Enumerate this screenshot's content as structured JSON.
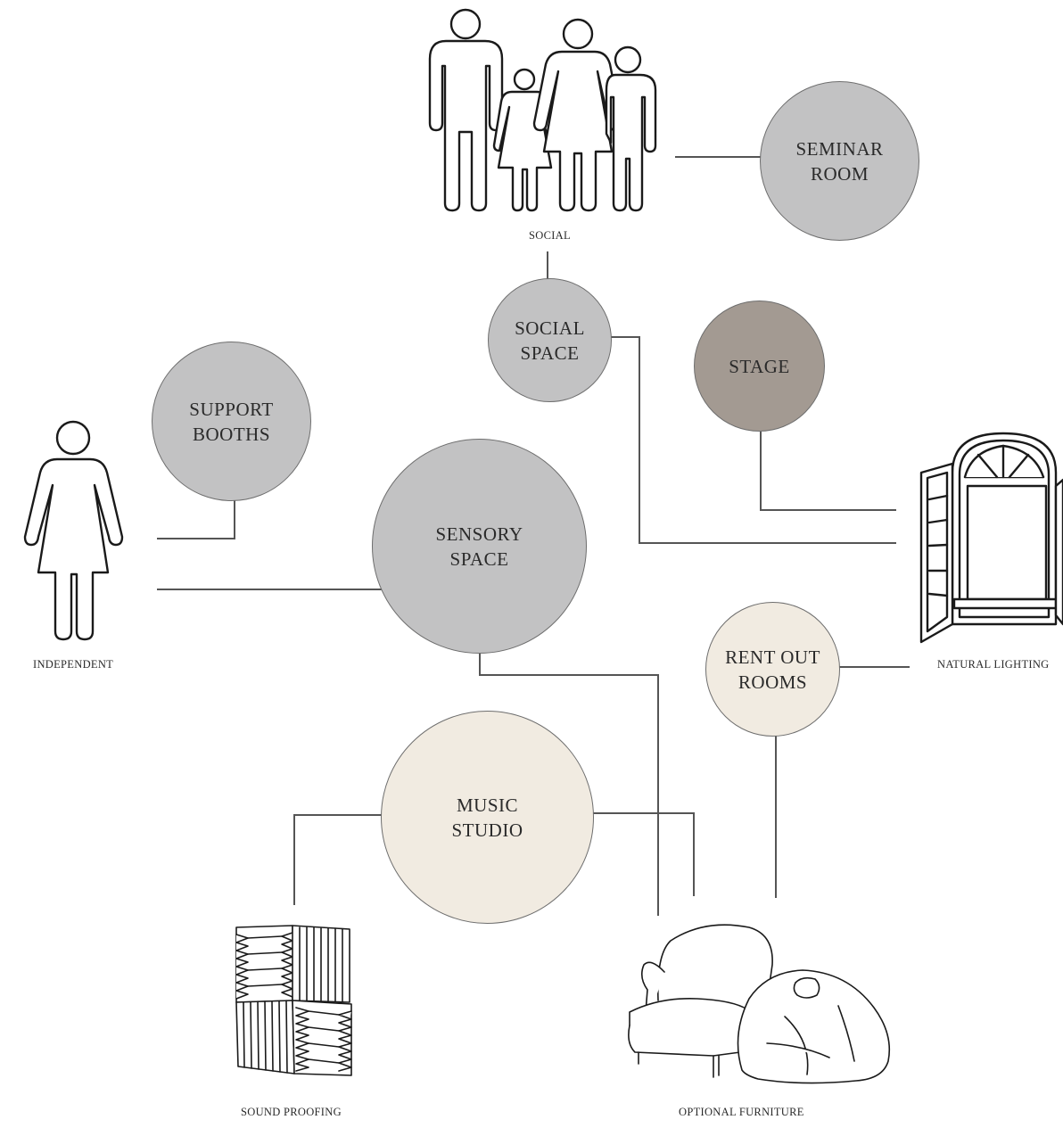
{
  "bubbles": {
    "seminar_room": "SEMINAR\nROOM",
    "social_space": "SOCIAL\nSPACE",
    "stage": "STAGE",
    "support_booths": "SUPPORT\nBOOTHS",
    "sensory_space": "SENSORY\nSPACE",
    "rent_out_rooms": "RENT OUT\nROOMS",
    "music_studio": "MUSIC\nSTUDIO"
  },
  "captions": {
    "social": "SOCIAL",
    "independent": "INDEPENDENT",
    "natural_lighting": "NATURAL LIGHTING",
    "sound_proofing": "SOUND PROOFING",
    "optional_furniture": "OPTIONAL FURNITURE"
  },
  "colors": {
    "grey_bubble": "#c2c2c3",
    "stage_bubble": "#a39a92",
    "cream_bubble": "#f1ebe1",
    "connector": "#555555",
    "icon_stroke": "#1a1a1a"
  },
  "icons": {
    "social": "family-icon",
    "independent": "person-icon",
    "natural_lighting": "window-icon",
    "sound_proofing": "acoustic-foam-icon",
    "optional_furniture": "armchair-beanbag-icon"
  }
}
